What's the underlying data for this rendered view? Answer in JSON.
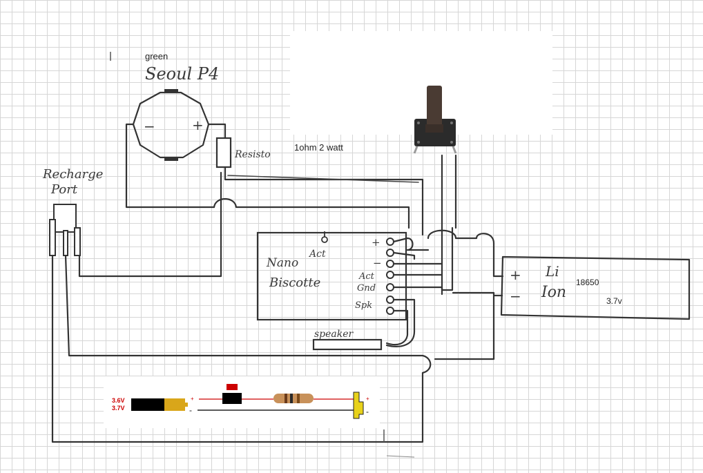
{
  "labels": {
    "led_color": "green",
    "led_name": "Seoul P4",
    "resistor_label": "Resisto",
    "resistor_value": "1ohm 2 watt",
    "recharge_port": [
      "Recharge",
      "Port"
    ],
    "board_name": [
      "Nano",
      "Biscotte"
    ],
    "pin_act_top": "Act",
    "pin_plus": "+",
    "pin_minus": "−",
    "pin_act": "Act",
    "pin_gnd": "Gnd",
    "pin_spk": "Spk",
    "speaker": "speaker",
    "battery_plus": "+",
    "battery_minus": "−",
    "battery_chem": [
      "Li",
      "Ion"
    ],
    "battery_size": "18650",
    "battery_voltage": "3.7v",
    "led_minus": "−",
    "led_plus": "+"
  },
  "legend": {
    "voltage_a": "3.6V",
    "voltage_b": "3.7V",
    "plus_mark": "+",
    "minus_mark": "-"
  },
  "colors": {
    "ink": "#333333",
    "switch_body": "#2b2b2b",
    "switch_plunger": "#4a3b33",
    "legend_red": "#cc0000",
    "legend_gold": "#d9a61a",
    "legend_resistor": "#c8915a"
  }
}
